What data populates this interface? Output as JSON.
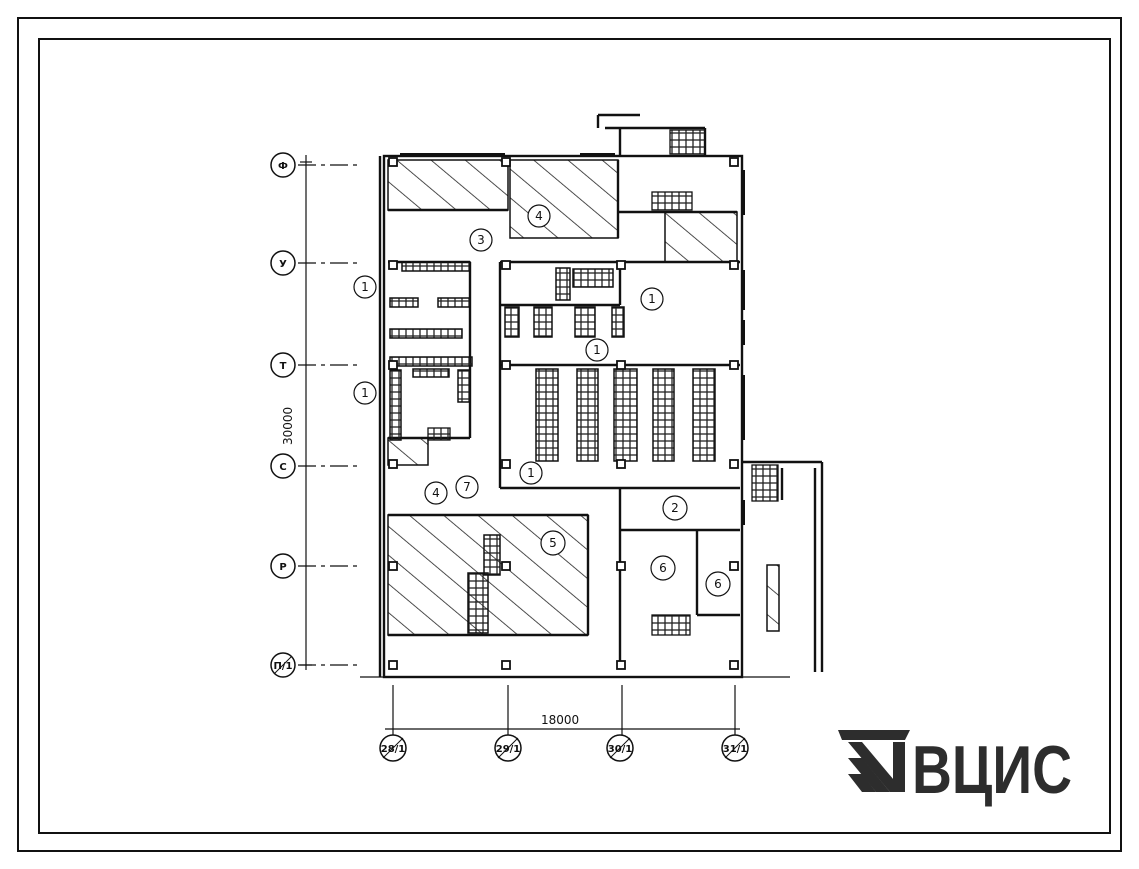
{
  "drawing": {
    "type": "floor-plan",
    "grid_rows": [
      "Ф",
      "У",
      "Т",
      "С",
      "Р",
      "П/1"
    ],
    "grid_columns": [
      "28/1",
      "29/1",
      "30/1",
      "31/1"
    ],
    "dimension_vertical": "30000",
    "dimension_horizontal": "18000",
    "room_labels": [
      "1",
      "1",
      "3",
      "4",
      "1",
      "1",
      "1",
      "7",
      "4",
      "5",
      "2",
      "6",
      "6"
    ]
  },
  "logo": {
    "text": "ВЦИС",
    "color": "#2d2d2d"
  }
}
